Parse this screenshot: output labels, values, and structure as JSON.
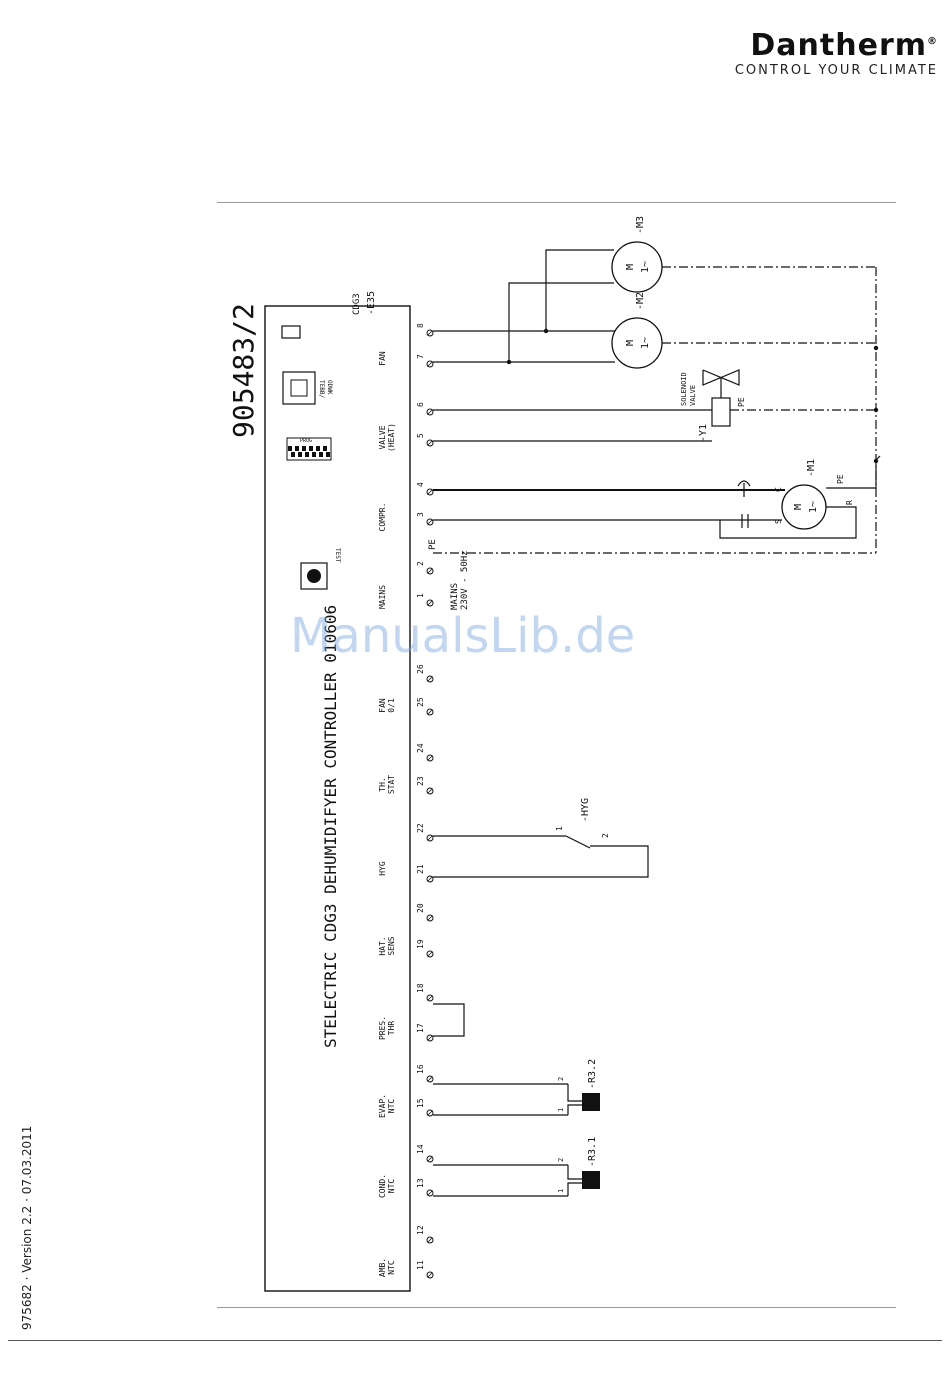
{
  "brand": {
    "name": "Dantherm",
    "registered": "®",
    "tagline": "CONTROL YOUR CLIMATE"
  },
  "footer": {
    "doc_info": "975682 · Version 2.2 · 07.03.2011"
  },
  "watermark": "ManualsLib.de",
  "diagram": {
    "drawing_number": "905483/2",
    "controller_title": "STELECTRIC CDG3 DEHUMIDIFYER CONTROLLER 010606",
    "controller_ref": [
      "CDG3",
      "-E35"
    ],
    "connector_label": [
      "TEBB/",
      "ODWK"
    ],
    "prog_label": "PROG",
    "test_label": "TEST",
    "mains_supply": [
      "MAINS",
      "230V - 50Hz"
    ],
    "groups": [
      {
        "label": [
          "FAN"
        ],
        "terminals": [
          "8",
          "7"
        ]
      },
      {
        "label": [
          "VALVE",
          "(HEAT)"
        ],
        "terminals": [
          "6",
          "5"
        ]
      },
      {
        "label": [
          "COMPR."
        ],
        "terminals": [
          "4",
          "3"
        ]
      },
      {
        "label": [
          "MAINS"
        ],
        "terminals": [
          "2",
          "1"
        ]
      },
      {
        "label": [
          "FAN",
          "0/1"
        ],
        "terminals": [
          "26",
          "25"
        ]
      },
      {
        "label": [
          "TH.",
          "STAT"
        ],
        "terminals": [
          "24",
          "23"
        ]
      },
      {
        "label": [
          "HYG"
        ],
        "terminals": [
          "22",
          "21"
        ]
      },
      {
        "label": [
          "HAT.",
          "SENS"
        ],
        "terminals": [
          "20",
          "19"
        ]
      },
      {
        "label": [
          "PRES.",
          "THR"
        ],
        "terminals": [
          "18",
          "17"
        ]
      },
      {
        "label": [
          "EVAP.",
          "NTC"
        ],
        "terminals": [
          "16",
          "15"
        ]
      },
      {
        "label": [
          "COND.",
          "NTC"
        ],
        "terminals": [
          "14",
          "13"
        ]
      },
      {
        "label": [
          "AMB.",
          "NTC"
        ],
        "terminals": [
          "12",
          "11"
        ]
      }
    ],
    "pe_label": "PE",
    "motors": {
      "m3": {
        "ref": "-M3",
        "m": "M",
        "phase": "1~"
      },
      "m2": {
        "ref": "-M2",
        "m": "M",
        "phase": "1~"
      },
      "m1": {
        "ref": "-M1",
        "m": "M",
        "phase": "1~"
      }
    },
    "compressor_pins": {
      "c": "C",
      "s": "S",
      "r": "R",
      "pe": "PE"
    },
    "solenoid": {
      "ref": "-Y1",
      "name": [
        "SOLENOID",
        "VALVE"
      ],
      "pe": "PE"
    },
    "hygrostat": {
      "ref": "-HYG",
      "pin1": "1",
      "pin2": "2"
    },
    "sensors": [
      {
        "ref": "-R3.2",
        "pin1": "1",
        "pin2": "2"
      },
      {
        "ref": "-R3.1",
        "pin1": "1",
        "pin2": "2"
      }
    ]
  }
}
